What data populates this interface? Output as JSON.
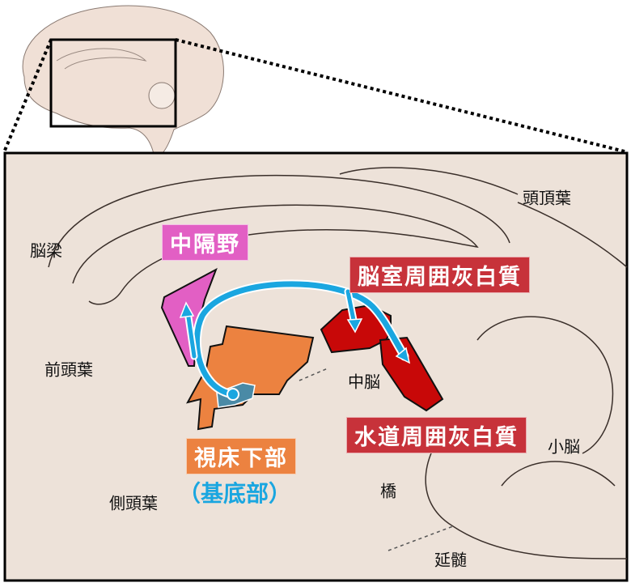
{
  "colors": {
    "background": "#ede2d9",
    "septal": "#e25fc4",
    "hypothalamus": "#ec8240",
    "periventricular": "#c7323a",
    "pag": "#c7323a",
    "pathway": "#1aa6e0",
    "basal": "#4a8aa6"
  },
  "labels": {
    "parietal": "頭頂葉",
    "corpus_callosum": "脳梁",
    "frontal": "前頭葉",
    "midbrain": "中脳",
    "cerebellum": "小脳",
    "temporal": "側頭葉",
    "pons": "橋",
    "medulla": "延髄"
  },
  "regions": {
    "septal": "中隔野",
    "periventricular_gray": "脳室周囲灰白質",
    "periaqueductal_gray": "水道周囲灰白質",
    "hypothalamus": "視床下部",
    "hypothalamus_sub": "（基底部）"
  }
}
